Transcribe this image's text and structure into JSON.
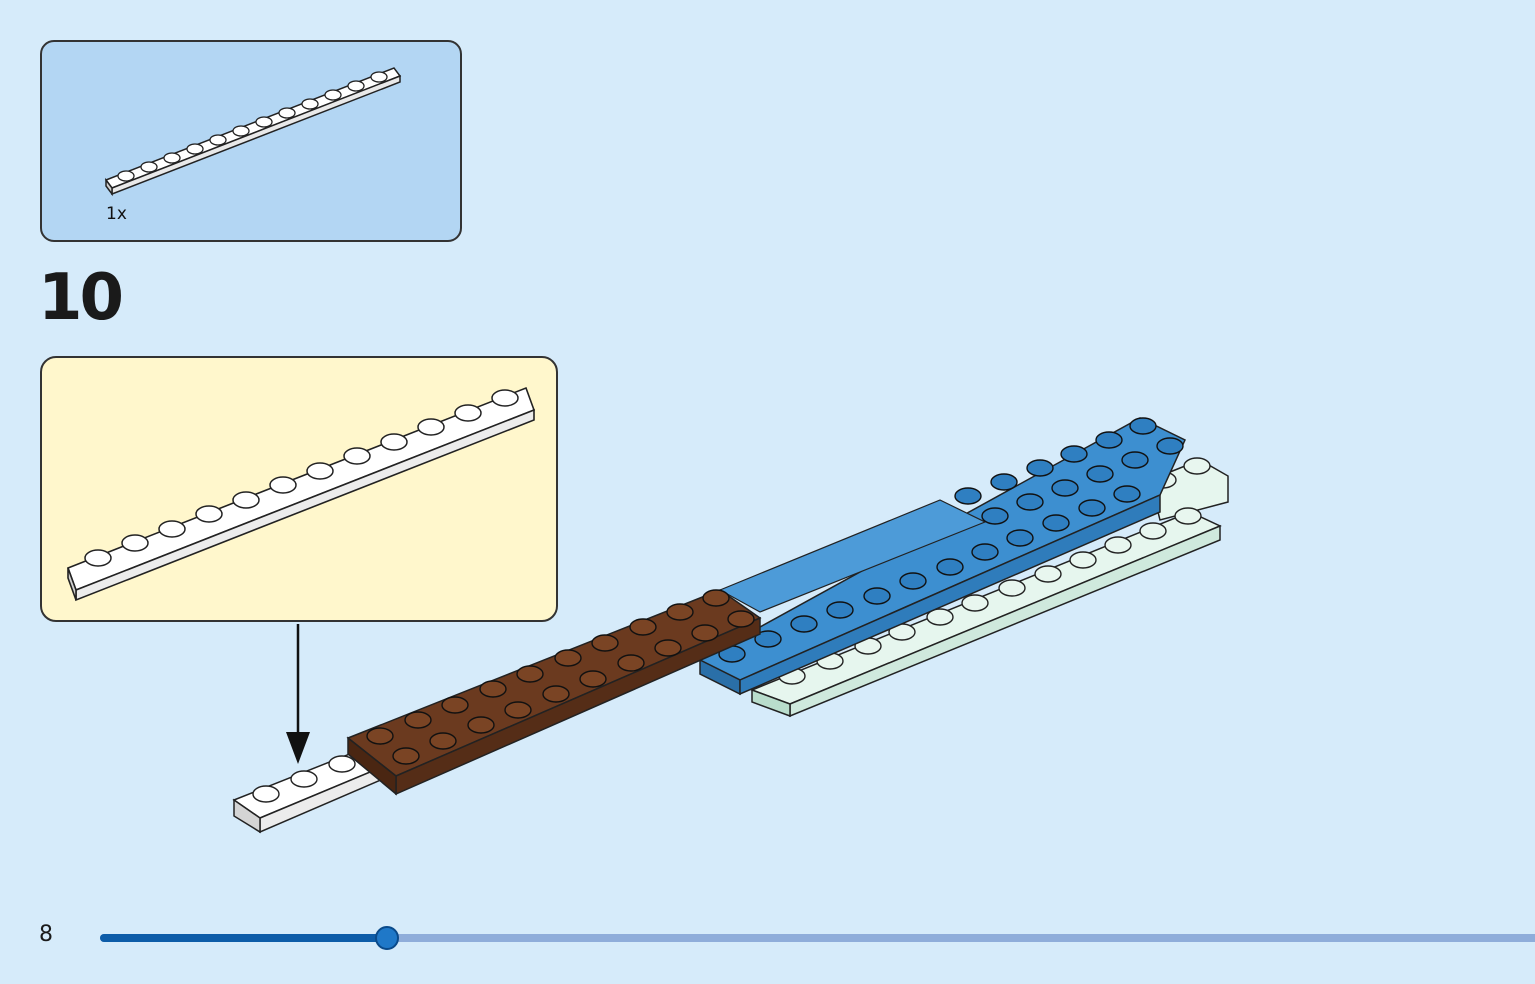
{
  "parts_list": {
    "quantity": "1x",
    "part": "plate-1x12",
    "color": "#ffffff"
  },
  "step": {
    "number": "10"
  },
  "callout": {
    "part": "plate-1x12",
    "color": "#ffffff"
  },
  "footer": {
    "page_number": "8",
    "progress_fraction": 0.2
  },
  "colors": {
    "background": "#d6ebfa",
    "parts_box": "#b3d6f3",
    "callout_box": "#fff7cc",
    "brown": "#6b3a1f",
    "blue": "#3d8fd0",
    "light_aqua": "#dff2ea",
    "progress": "#0d5ca8"
  }
}
